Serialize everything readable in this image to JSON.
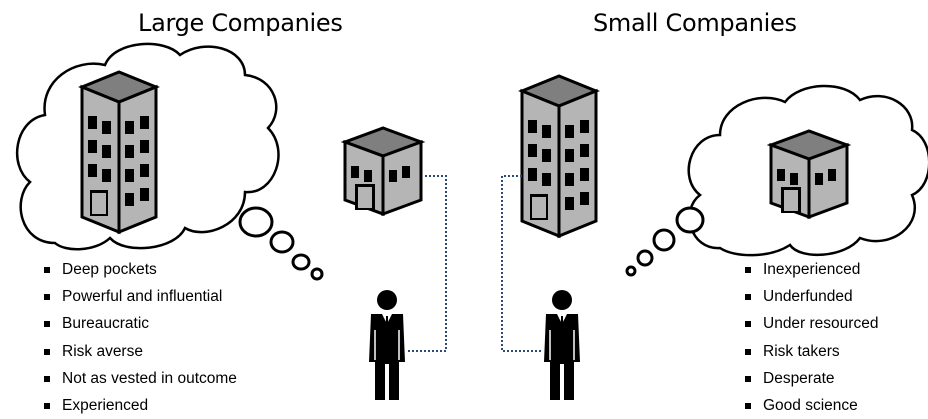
{
  "titles": {
    "large": "Large Companies",
    "small": "Small Companies"
  },
  "large_companies": {
    "traits": [
      "Deep pockets",
      "Powerful and influential",
      "Bureaucratic",
      "Risk averse",
      "Not as vested in outcome",
      "Experienced"
    ]
  },
  "small_companies": {
    "traits": [
      "Inexperienced",
      "Underfunded",
      "Under resourced",
      "Risk takers",
      "Desperate",
      "Good science"
    ]
  },
  "colors": {
    "building_top": "#7f7f7f",
    "building_side": "#b5b5b5",
    "building_outline": "#000000",
    "connector": "#2b4a7a"
  }
}
